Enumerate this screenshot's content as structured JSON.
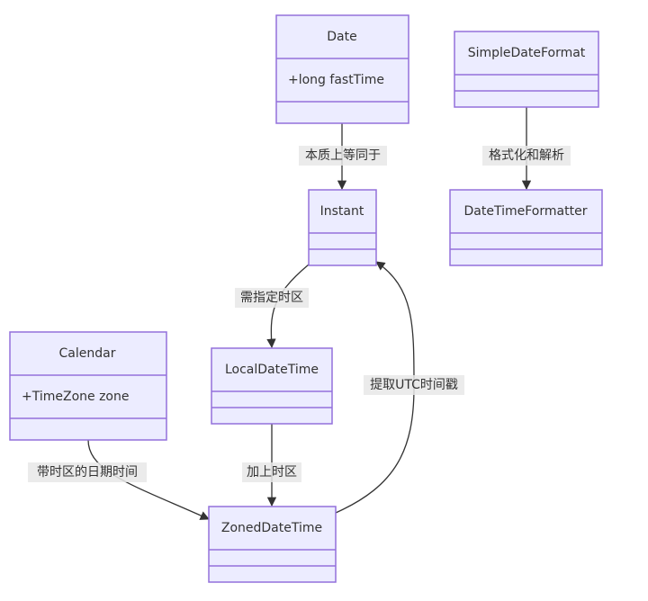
{
  "classes": {
    "date": {
      "name": "Date",
      "attributes": [
        "+long fastTime"
      ]
    },
    "simple_date_format": {
      "name": "SimpleDateFormat",
      "attributes": []
    },
    "instant": {
      "name": "Instant",
      "attributes": []
    },
    "date_time_formatter": {
      "name": "DateTimeFormatter",
      "attributes": []
    },
    "calendar": {
      "name": "Calendar",
      "attributes": [
        "+TimeZone zone"
      ]
    },
    "local_date_time": {
      "name": "LocalDateTime",
      "attributes": []
    },
    "zoned_date_time": {
      "name": "ZonedDateTime",
      "attributes": []
    }
  },
  "relations": {
    "date_to_instant": "本质上等同于",
    "format_to_formatter": "格式化和解析",
    "instant_to_local": "需指定时区",
    "local_to_zoned": "加上时区",
    "calendar_to_zoned": "带时区的日期时间",
    "zoned_to_instant": "提取UTC时间戳"
  },
  "colors": {
    "box_fill": "#ececff",
    "box_stroke": "#9370db",
    "edge": "#333333",
    "text": "#333333"
  }
}
